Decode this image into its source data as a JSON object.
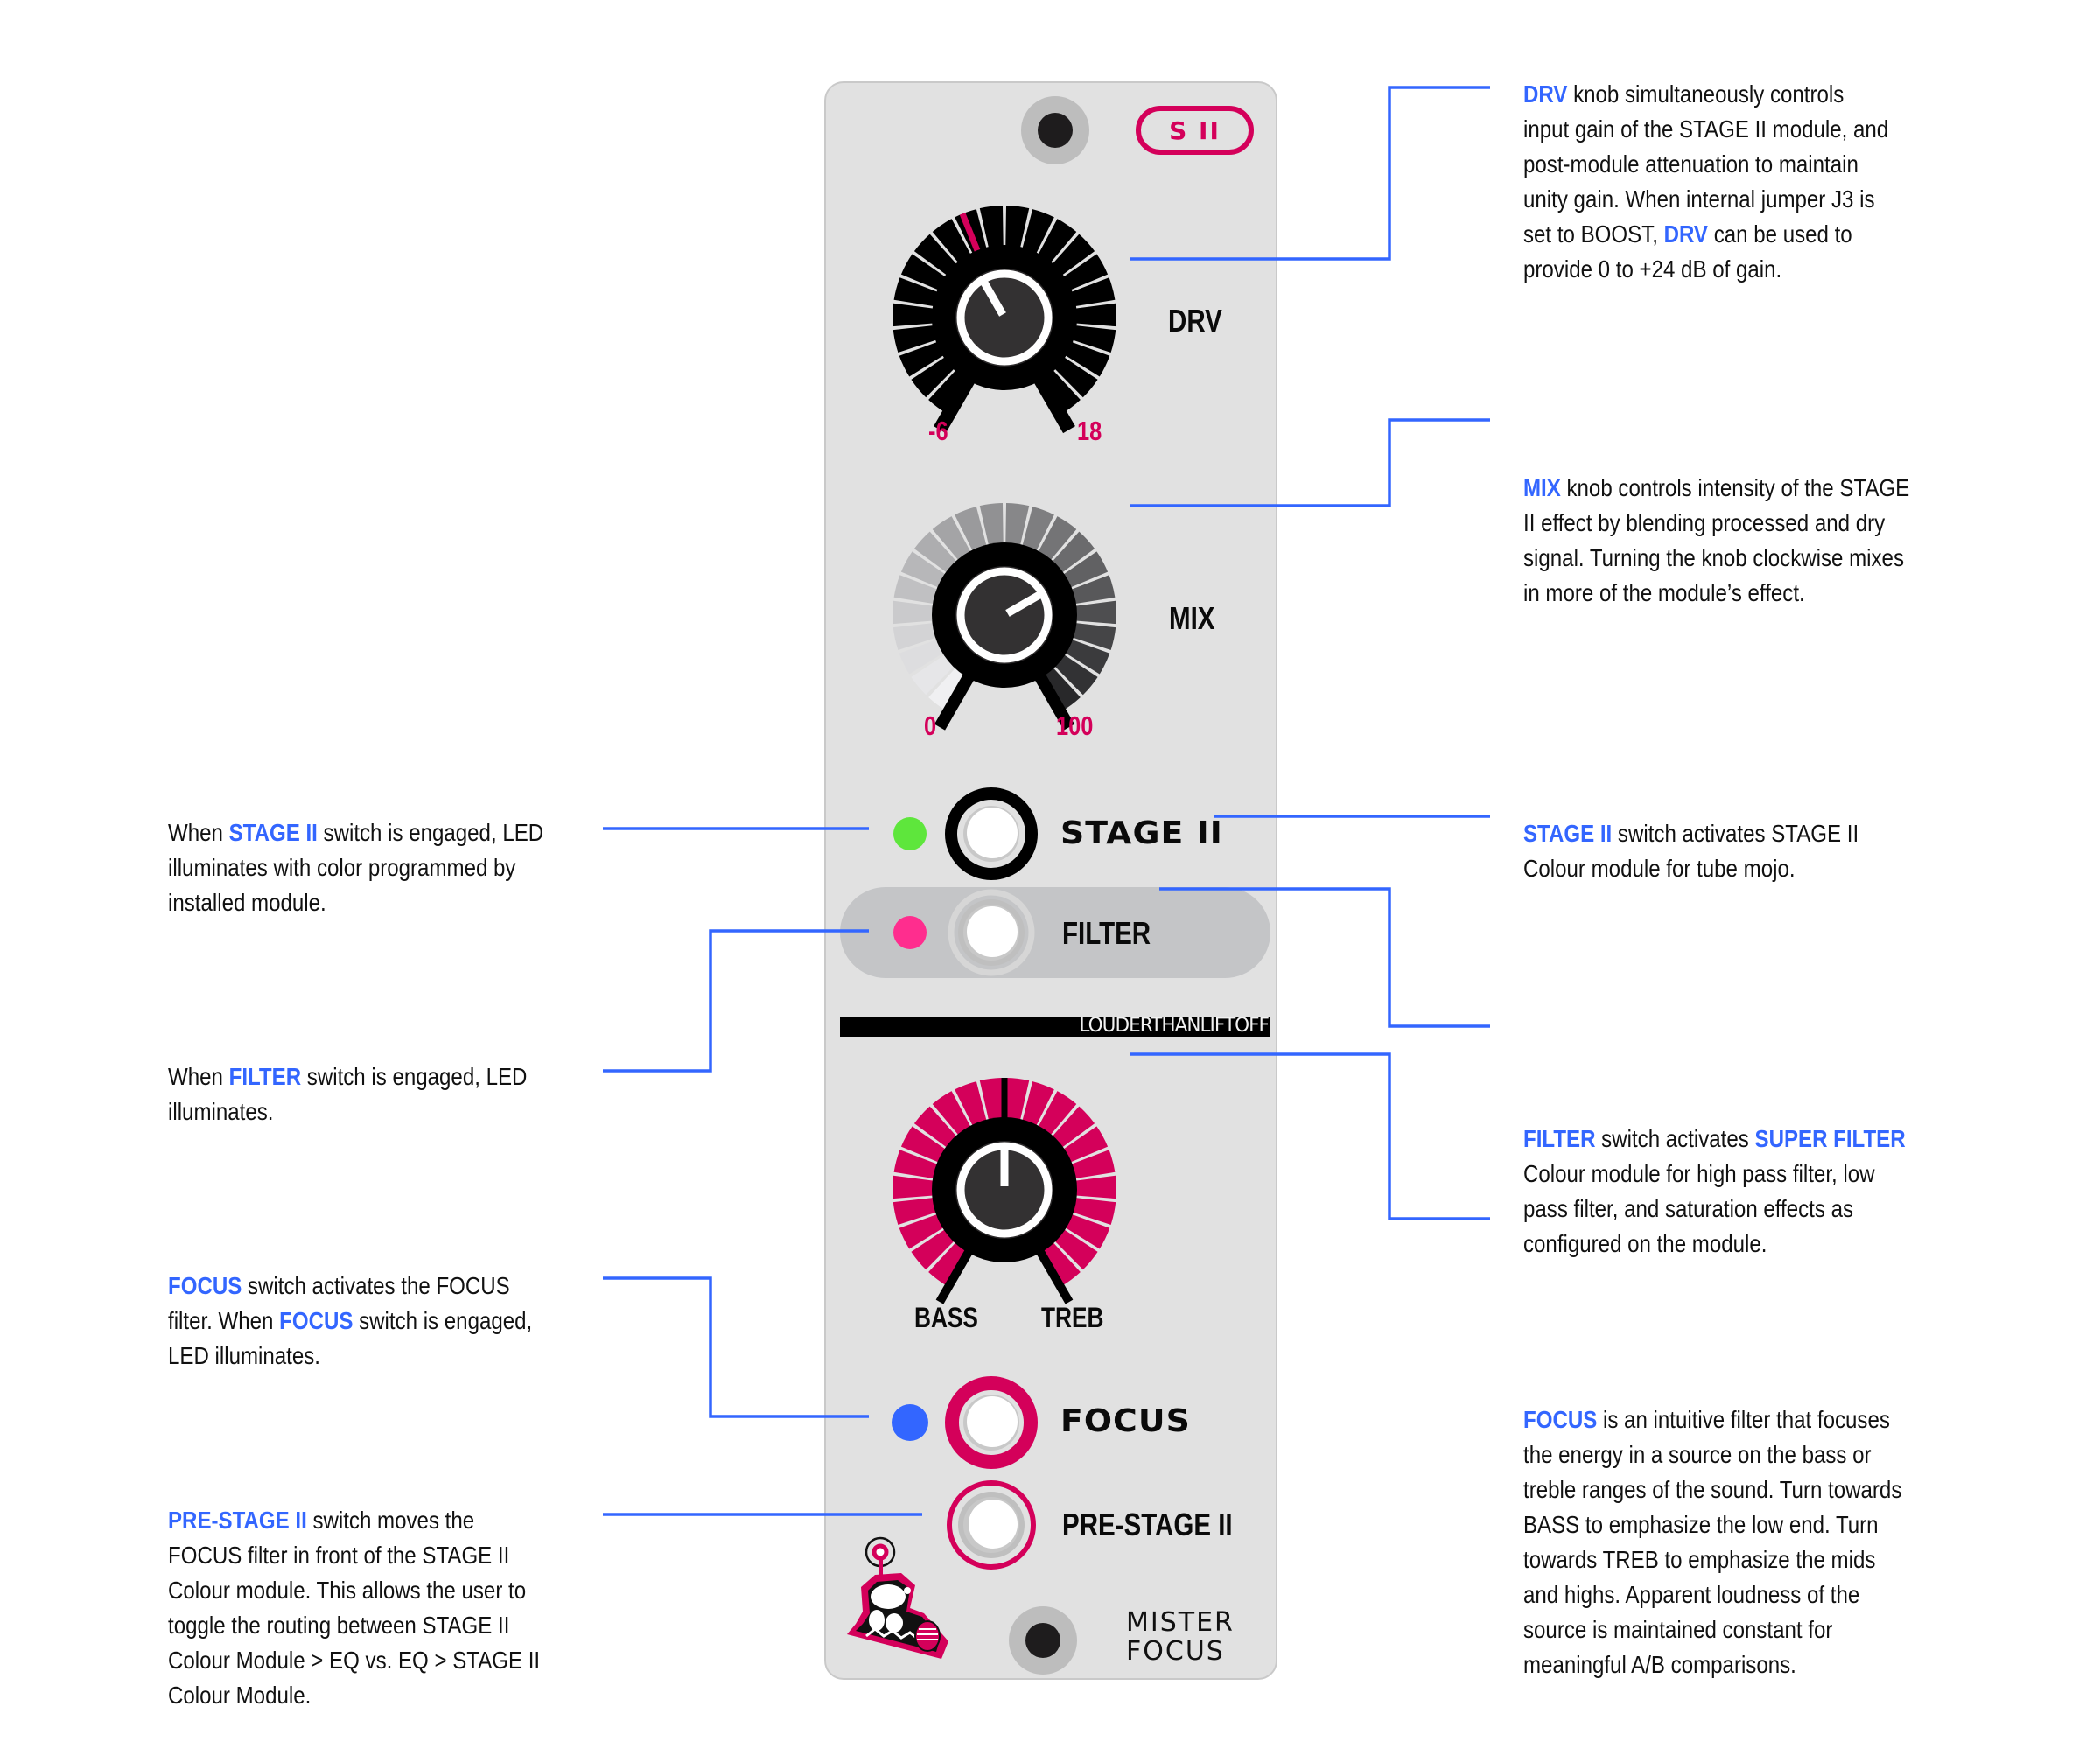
{
  "colors": {
    "accent_blue": "#3366ff",
    "brand_red": "#d4005a",
    "panel": "#e1e1e1",
    "led_stage2": "#5ee63c",
    "led_filter": "#ff2d8e",
    "led_focus": "#3366ff"
  },
  "panel": {
    "badge": "S II",
    "brand_strip": "LOUDERTHANLIFTOFF",
    "product_name_line1": "MISTER",
    "product_name_line2": "FOCUS",
    "drv": {
      "label": "DRV",
      "min_label": "-6",
      "max_label": "18",
      "min": -6,
      "max": 18,
      "value": 3.6,
      "unit": "dB"
    },
    "mix": {
      "label": "MIX",
      "min_label": "0",
      "max_label": "100",
      "min": 0,
      "max": 100,
      "value": 70
    },
    "eq": {
      "min_label": "BASS",
      "max_label": "TREB",
      "value_fraction": 0.5
    },
    "switches": {
      "stage2": {
        "label": "STAGE II",
        "led": "green"
      },
      "filter": {
        "label": "FILTER",
        "led": "pink"
      },
      "focus": {
        "label": "FOCUS",
        "led": "blue"
      },
      "prestage": {
        "label": "PRE-STAGE II"
      }
    }
  },
  "annotations": {
    "right": {
      "drv": [
        [
          {
            "t": "DRV",
            "hl": true
          },
          {
            "t": " knob simultaneously controls"
          }
        ],
        [
          {
            "t": "input gain of the STAGE II module, and"
          }
        ],
        [
          {
            "t": "post-module attenuation to maintain"
          }
        ],
        [
          {
            "t": "unity gain. When internal jumper J3 is"
          }
        ],
        [
          {
            "t": "set to BOOST, "
          },
          {
            "t": "DRV",
            "hl": true
          },
          {
            "t": " can be used to"
          }
        ],
        [
          {
            "t": "provide 0 to +24 dB of gain."
          }
        ]
      ],
      "mix": [
        [
          {
            "t": "MIX",
            "hl": true
          },
          {
            "t": " knob controls intensity of the STAGE"
          }
        ],
        [
          {
            "t": "II effect by blending processed and dry"
          }
        ],
        [
          {
            "t": "signal. Turning the knob clockwise mixes"
          }
        ],
        [
          {
            "t": "in more of the module’s effect."
          }
        ]
      ],
      "stage2": [
        [
          {
            "t": "STAGE II",
            "hl": true
          },
          {
            "t": " switch activates STAGE II"
          }
        ],
        [
          {
            "t": "Colour module for tube mojo."
          }
        ]
      ],
      "filter": [
        [
          {
            "t": "FILTER",
            "hl": true
          },
          {
            "t": " switch activates "
          },
          {
            "t": "SUPER FILTER",
            "hl": true
          }
        ],
        [
          {
            "t": "Colour module for high pass filter, low"
          }
        ],
        [
          {
            "t": "pass filter, and saturation effects as"
          }
        ],
        [
          {
            "t": "configured on the module."
          }
        ]
      ],
      "focus": [
        [
          {
            "t": "FOCUS",
            "hl": true
          },
          {
            "t": " is an intuitive filter that focuses"
          }
        ],
        [
          {
            "t": "the energy in a source on the bass or"
          }
        ],
        [
          {
            "t": "treble ranges of the sound. Turn towards"
          }
        ],
        [
          {
            "t": "BASS to emphasize the low end. Turn"
          }
        ],
        [
          {
            "t": "towards TREB to emphasize the mids"
          }
        ],
        [
          {
            "t": "and highs. Apparent loudness of the"
          }
        ],
        [
          {
            "t": "source is maintained constant for"
          }
        ],
        [
          {
            "t": "meaningful A/B comparisons."
          }
        ]
      ]
    },
    "left": {
      "stage2_led": [
        [
          {
            "t": "When "
          },
          {
            "t": "STAGE II",
            "hl": true
          },
          {
            "t": " switch is engaged, LED"
          }
        ],
        [
          {
            "t": "illuminates with color programmed by"
          }
        ],
        [
          {
            "t": "installed module."
          }
        ]
      ],
      "filter_led": [
        [
          {
            "t": "When "
          },
          {
            "t": "FILTER",
            "hl": true
          },
          {
            "t": " switch is engaged, LED"
          }
        ],
        [
          {
            "t": "illuminates."
          }
        ]
      ],
      "focus_switch": [
        [
          {
            "t": "FOCUS",
            "hl": true
          },
          {
            "t": " switch activates the FOCUS"
          }
        ],
        [
          {
            "t": "filter. When "
          },
          {
            "t": "FOCUS",
            "hl": true
          },
          {
            "t": " switch is engaged,"
          }
        ],
        [
          {
            "t": "LED illuminates."
          }
        ]
      ],
      "prestage": [
        [
          {
            "t": "PRE-STAGE II",
            "hl": true
          },
          {
            "t": " switch moves the"
          }
        ],
        [
          {
            "t": "FOCUS filter in front of the STAGE II"
          }
        ],
        [
          {
            "t": "Colour module. This allows the user to"
          }
        ],
        [
          {
            "t": "toggle the routing between STAGE II"
          }
        ],
        [
          {
            "t": "Colour Module > EQ vs. EQ > STAGE II"
          }
        ],
        [
          {
            "t": "Colour Module."
          }
        ]
      ]
    }
  }
}
